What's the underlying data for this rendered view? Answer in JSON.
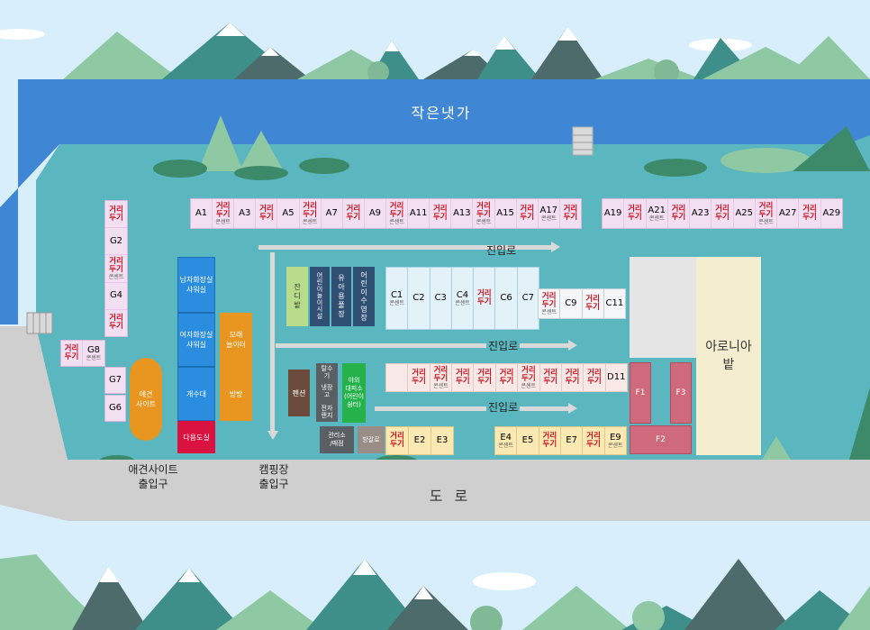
{
  "stream_label": "작은냇가",
  "road_label": "도 로",
  "field_label": "아로니아\n밭",
  "entrances": [
    {
      "name": "entry-1",
      "label": "진입로"
    },
    {
      "name": "entry-2",
      "label": "진입로"
    },
    {
      "name": "entry-3",
      "label": "진입로"
    }
  ],
  "gates": {
    "pet_gate": "애견사이트\n출입구",
    "camp_gate": "캠핑장\n출입구"
  },
  "gap_label": "거리\n두기",
  "outlet_label": "콘센트",
  "row_a": [
    {
      "t": "site",
      "label": "A1"
    },
    {
      "t": "gap",
      "outlet": true
    },
    {
      "t": "site",
      "label": "A3"
    },
    {
      "t": "gap"
    },
    {
      "t": "site",
      "label": "A5"
    },
    {
      "t": "gap",
      "outlet": true
    },
    {
      "t": "site",
      "label": "A7"
    },
    {
      "t": "gap"
    },
    {
      "t": "site",
      "label": "A9"
    },
    {
      "t": "gap",
      "outlet": true
    },
    {
      "t": "site",
      "label": "A11"
    },
    {
      "t": "gap"
    },
    {
      "t": "site",
      "label": "A13"
    },
    {
      "t": "gap",
      "outlet": true
    },
    {
      "t": "site",
      "label": "A15"
    },
    {
      "t": "gap"
    },
    {
      "t": "site",
      "label": "A17",
      "outlet": true
    },
    {
      "t": "gap"
    }
  ],
  "row_a2": [
    {
      "t": "site",
      "label": "A19"
    },
    {
      "t": "gap"
    },
    {
      "t": "site",
      "label": "A21",
      "outlet": true
    },
    {
      "t": "gap"
    },
    {
      "t": "site",
      "label": "A23"
    },
    {
      "t": "gap"
    },
    {
      "t": "site",
      "label": "A25"
    },
    {
      "t": "gap",
      "outlet": true
    },
    {
      "t": "site",
      "label": "A27"
    },
    {
      "t": "gap"
    },
    {
      "t": "site",
      "label": "A29"
    }
  ],
  "col_g": [
    {
      "t": "gap"
    },
    {
      "t": "site",
      "label": "G2"
    },
    {
      "t": "gap",
      "outlet": true
    },
    {
      "t": "site",
      "label": "G4"
    },
    {
      "t": "gap"
    }
  ],
  "g8": {
    "gap": "거리\n두기",
    "label": "G8",
    "outlet": "콘센트"
  },
  "g7": "G7",
  "g6": "G6",
  "pet_site": "애견\n사이트",
  "facilities": {
    "men_toilet": "남자화장실\n샤워실",
    "women_toilet": "여자화장실\n샤워실",
    "sink": "개수대",
    "multipurpose": "다용도실",
    "sandbox": "모래\n놀이터",
    "trampoline": "방방",
    "lawn": "잔\n디\n밭",
    "kids_play": "어\n린\n이\n놀\n이\n시\n설",
    "infant_pool": "유\n아\n용\n풀\n장",
    "kids_pool": "어\n린\n이\n수\n영\n장",
    "pension": "펜션",
    "dryer": "탈수\n기",
    "fridge": "냉장\n고",
    "microwave": "전자\n렌지",
    "shelter": "야외\n대피소\n(어린이\n쉼터)",
    "office": "관리소\n/매점",
    "bonfire": "방갈로"
  },
  "row_c": [
    {
      "t": "site",
      "label": "C1",
      "outlet": true
    },
    {
      "t": "site",
      "label": "C2"
    },
    {
      "t": "site",
      "label": "C3"
    },
    {
      "t": "site",
      "label": "C4",
      "outlet": true
    },
    {
      "t": "gap"
    },
    {
      "t": "site",
      "label": "C6"
    },
    {
      "t": "site",
      "label": "C7"
    }
  ],
  "row_c2": [
    {
      "t": "gap",
      "outlet": true
    },
    {
      "t": "site",
      "label": "C9"
    },
    {
      "t": "gap"
    },
    {
      "t": "site",
      "label": "C11"
    }
  ],
  "row_d": [
    {
      "t": "empty"
    },
    {
      "t": "gap"
    },
    {
      "t": "gap",
      "outlet": true
    },
    {
      "t": "gap"
    },
    {
      "t": "gap"
    },
    {
      "t": "gap"
    },
    {
      "t": "gap",
      "outlet": true
    },
    {
      "t": "gap"
    },
    {
      "t": "gap"
    },
    {
      "t": "gap"
    },
    {
      "t": "site",
      "label": "D11"
    }
  ],
  "row_e1": [
    {
      "t": "gap"
    },
    {
      "t": "site",
      "label": "E2"
    },
    {
      "t": "site",
      "label": "E3"
    }
  ],
  "row_e2": [
    {
      "t": "site",
      "label": "E4",
      "outlet": true
    },
    {
      "t": "site",
      "label": "E5"
    },
    {
      "t": "gap"
    },
    {
      "t": "site",
      "label": "E7"
    },
    {
      "t": "gap"
    },
    {
      "t": "site",
      "label": "E9",
      "outlet": true
    }
  ],
  "f_sites": {
    "f1": "F1",
    "f2": "F2",
    "f3": "F3"
  },
  "colors": {
    "sky": "#d9eefb",
    "stream": "#3f86d4",
    "ground": "#5ab6bf",
    "road": "#cfcfcf",
    "pink_site": "#f3dff2",
    "blue_site": "#e3f2f8",
    "yellow_site": "#fbe9b4",
    "facility_blue": "#2a8de0",
    "facility_orange": "#e8961f",
    "multipurpose_red": "#d9123f",
    "f_site": "#cf6a7c",
    "field": "#f5edd0",
    "gap_red": "#c8101e"
  }
}
